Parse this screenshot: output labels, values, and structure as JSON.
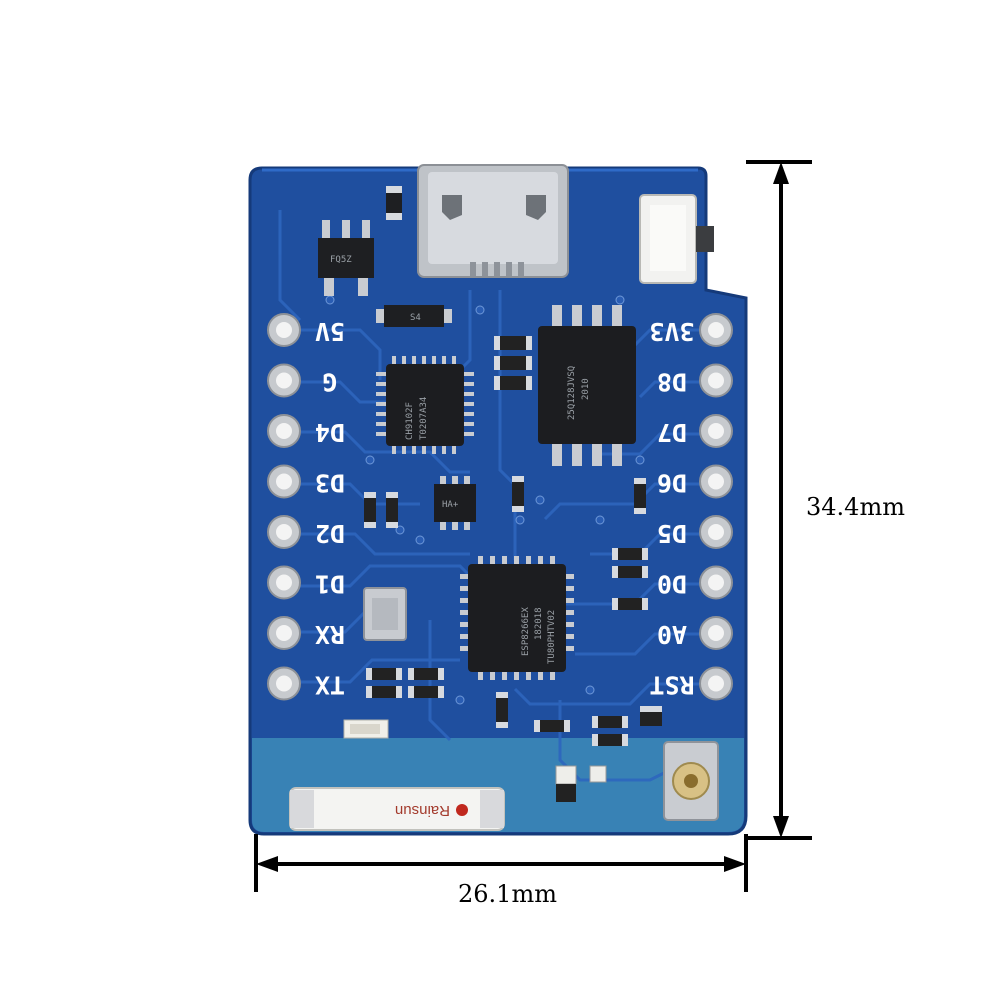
{
  "board": {
    "pins_left": [
      "5V",
      "G",
      "D4",
      "D3",
      "D2",
      "D1",
      "RX",
      "TX"
    ],
    "pins_right": [
      "3V3",
      "D8",
      "D7",
      "D6",
      "D5",
      "D0",
      "A0",
      "RST"
    ],
    "chips": {
      "usb_serial": [
        "CH9102F",
        "T0207A34"
      ],
      "flash": [
        "25Q128JVSQ",
        "2010"
      ],
      "mcu": [
        "ESP8266EX",
        "182018",
        "TU80PHTV02"
      ],
      "regulator": [
        "FQ5Z"
      ],
      "diode": [
        "S4"
      ],
      "small_ic": [
        "HA+"
      ]
    },
    "antenna_brand": "Rainsun"
  },
  "dimensions": {
    "width": "26.1mm",
    "height": "34.4mm"
  },
  "colors": {
    "pcb": "#1d4fa0",
    "pcb_edge": "#2d67c4",
    "antenna_zone": "#4a90b8",
    "chip": "#1c1d20",
    "metal": "#c9ccd1"
  }
}
